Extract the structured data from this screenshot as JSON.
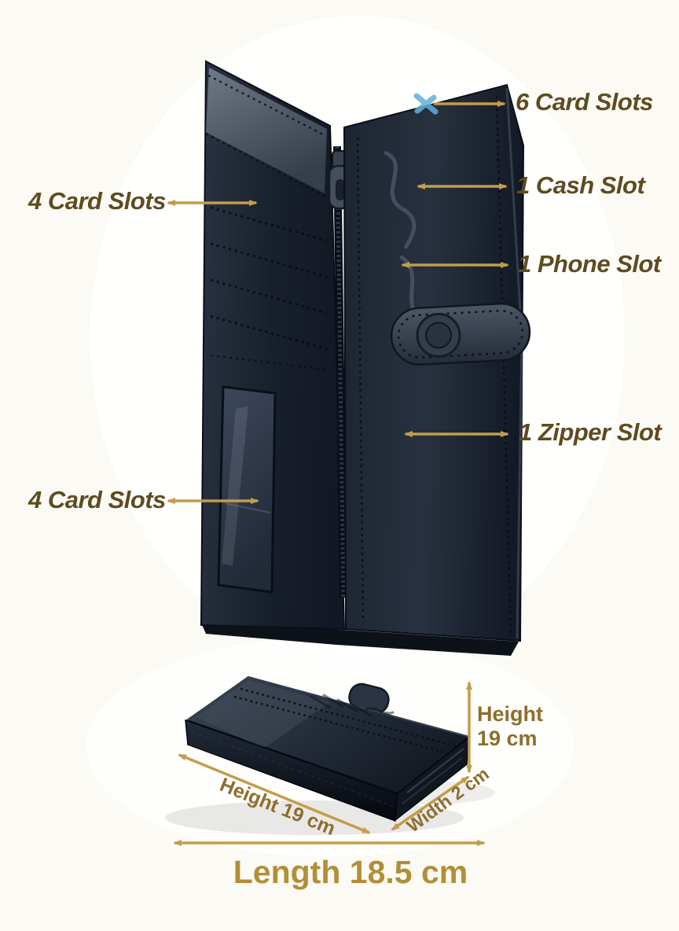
{
  "title": "Wallet feature and dimension infographic",
  "colors": {
    "background": "#fbfaf4",
    "callout_text": "#5e4b1f",
    "arrow": "#c59c4b",
    "dimension_text": "#8d6f2c",
    "length_text": "#b28e38",
    "marker_blue": "#62aeda",
    "leather_dark": "#161d28"
  },
  "callouts": [
    {
      "label": "6 Card Slots"
    },
    {
      "label": "1 Cash Slot"
    },
    {
      "label": "1 Phone Slot"
    },
    {
      "label": "4 Card Slots"
    },
    {
      "label": "1 Zipper Slot"
    },
    {
      "label": "4 Card Slots"
    }
  ],
  "dims": {
    "height_side_line1": "Height",
    "height_side_line2": "19 cm",
    "height_bottom": "Height 19 cm",
    "width": "Width 2 cm",
    "length": "Length 18.5 cm"
  }
}
